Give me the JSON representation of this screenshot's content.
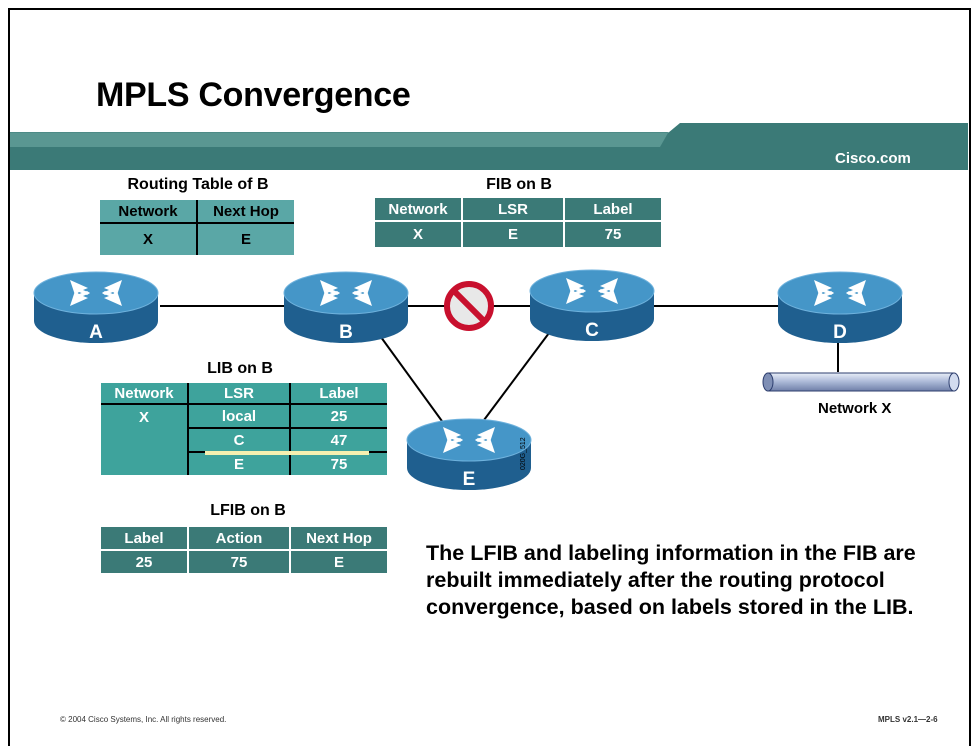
{
  "slide": {
    "title": "MPLS Convergence",
    "brand": "Cisco.com",
    "footer_left": "© 2004 Cisco Systems, Inc. All rights reserved.",
    "footer_right": "MPLS v2.1—2-6",
    "figure_id": "020G_512"
  },
  "routing_table": {
    "caption": "Routing Table of B",
    "headers": [
      "Network",
      "Next Hop"
    ],
    "row": [
      "X",
      "E"
    ]
  },
  "fib": {
    "caption": "FIB on B",
    "headers": [
      "Network",
      "LSR",
      "Label"
    ],
    "row": [
      "X",
      "E",
      "75"
    ]
  },
  "lib": {
    "caption": "LIB on B",
    "headers": [
      "Network",
      "LSR",
      "Label"
    ],
    "network": "X",
    "rows": [
      {
        "lsr": "local",
        "label": "25"
      },
      {
        "lsr": "C",
        "label": "47",
        "struck": true
      },
      {
        "lsr": "E",
        "label": "75"
      }
    ]
  },
  "lfib": {
    "caption": "LFIB on B",
    "headers": [
      "Label",
      "Action",
      "Next Hop"
    ],
    "row": [
      "25",
      "75",
      "E"
    ]
  },
  "routers": {
    "a": "A",
    "b": "B",
    "c": "C",
    "d": "D",
    "e": "E"
  },
  "network_label": "Network X",
  "description": "The LFIB and labeling information in the FIB are rebuilt immediately after the routing protocol convergence, based on labels stored in the LIB.",
  "colors": {
    "router_top": "#3f8fc0",
    "router_side": "#1f5f8f",
    "table_light": "#5aa7a6",
    "table_dark": "#3b7a77",
    "lib_green": "#3ea39c",
    "header_bar": "#4d8b87",
    "broken_link": "#c8102e",
    "strike_line": "#f5f0b0"
  }
}
